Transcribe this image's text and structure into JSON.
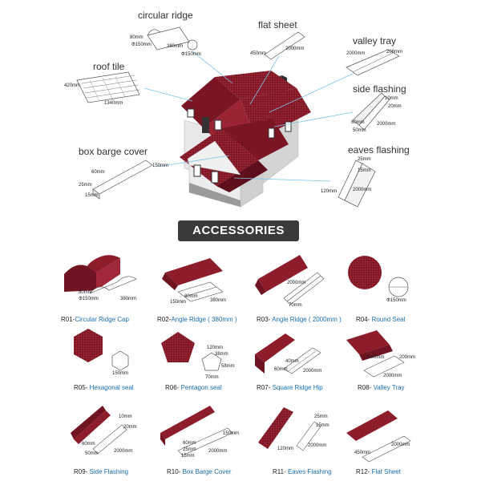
{
  "diagram_labels": {
    "circular_ridge": "circular ridge",
    "flat_sheet": "flat sheet",
    "valley_tray": "valley tray",
    "roof_tile": "roof tile",
    "side_flashing": "side flashing",
    "box_barge_cover": "box barge cover",
    "eaves_flashing": "eaves flashing"
  },
  "dimensions": {
    "cr_80": "80mm",
    "cr_d150a": "Φ150mm",
    "cr_380": "380mm",
    "cr_d150b": "Φ150mm",
    "fs_450": "450mm",
    "fs_2000": "2000mm",
    "vt_2000": "2000mm",
    "vt_208": "208mm",
    "rt_420": "420mm",
    "rt_1340": "1340mm",
    "sf_10": "10mm",
    "sf_20": "20mm",
    "sf_60": "60mm",
    "sf_50": "50mm",
    "sf_2000": "2000mm",
    "bb_60": "60mm",
    "bb_150": "150mm",
    "bb_25": "25mm",
    "bb_15": "15mm",
    "ef_25": "25mm",
    "ef_15": "15mm",
    "ef_120": "120mm",
    "ef_2000": "2000mm",
    "r01_80": "80mm",
    "r01_d150": "Φ150mm",
    "r01_380": "380mm",
    "r02_80": "80mm",
    "r02_150": "150mm",
    "r02_380": "380mm",
    "r03_2000": "2000mm",
    "r03_70": "70mm",
    "r04_d150": "Φ150mm",
    "r05_150": "150mm",
    "r06_120": "120mm",
    "r06_38": "38mm",
    "r06_58": "58mm",
    "r06_70": "70mm",
    "r07_40": "40mm",
    "r07_60": "60mm",
    "r07_2000": "2000mm",
    "r08_2000a": "2000mm",
    "r08_200": "200mm",
    "r08_2000b": "2000mm",
    "r09_10": "10mm",
    "r09_20": "20mm",
    "r09_60": "60mm",
    "r09_50": "50mm",
    "r09_2000": "2000mm",
    "r10_60": "60mm",
    "r10_150": "150mm",
    "r10_25": "25mm",
    "r10_15": "15mm",
    "r10_2000": "2000mm",
    "r11_25": "25mm",
    "r11_15": "15mm",
    "r11_120": "120mm",
    "r11_2000": "2000mm",
    "r12_450": "450mm",
    "r12_2000": "2000mm"
  },
  "banner": "ACCESSORIES",
  "accessories": [
    {
      "code": "R01-",
      "name": "Circular Ridge Cap"
    },
    {
      "code": "R02-",
      "name": "Angle Ridge ( 380mm )"
    },
    {
      "code": "R03- ",
      "name": "Angle Ridge ( 2000mm )"
    },
    {
      "code": "R04- ",
      "name": "Round Seal"
    },
    {
      "code": "R05- ",
      "name": "Hexagonal seal"
    },
    {
      "code": "R06- ",
      "name": "Pentagon seal"
    },
    {
      "code": "R07- ",
      "name": "Square Ridge Hip"
    },
    {
      "code": "R08- ",
      "name": "Valley Tray"
    },
    {
      "code": "R09- ",
      "name": "Side Flashing"
    },
    {
      "code": "R10- ",
      "name": "Box Barge Cover"
    },
    {
      "code": "R11- ",
      "name": "Eaves Flashing"
    },
    {
      "code": "R12- ",
      "name": "Flat Sheet"
    }
  ],
  "colors": {
    "roof": "#8e1d2c",
    "roof_dark": "#5e0f1b",
    "wall": "#e6e6e6",
    "sheet": "#f4f4f4",
    "leader": "#7cc3e6",
    "banner": "#3a3a3a",
    "caption_name": "#1a6fb4"
  }
}
